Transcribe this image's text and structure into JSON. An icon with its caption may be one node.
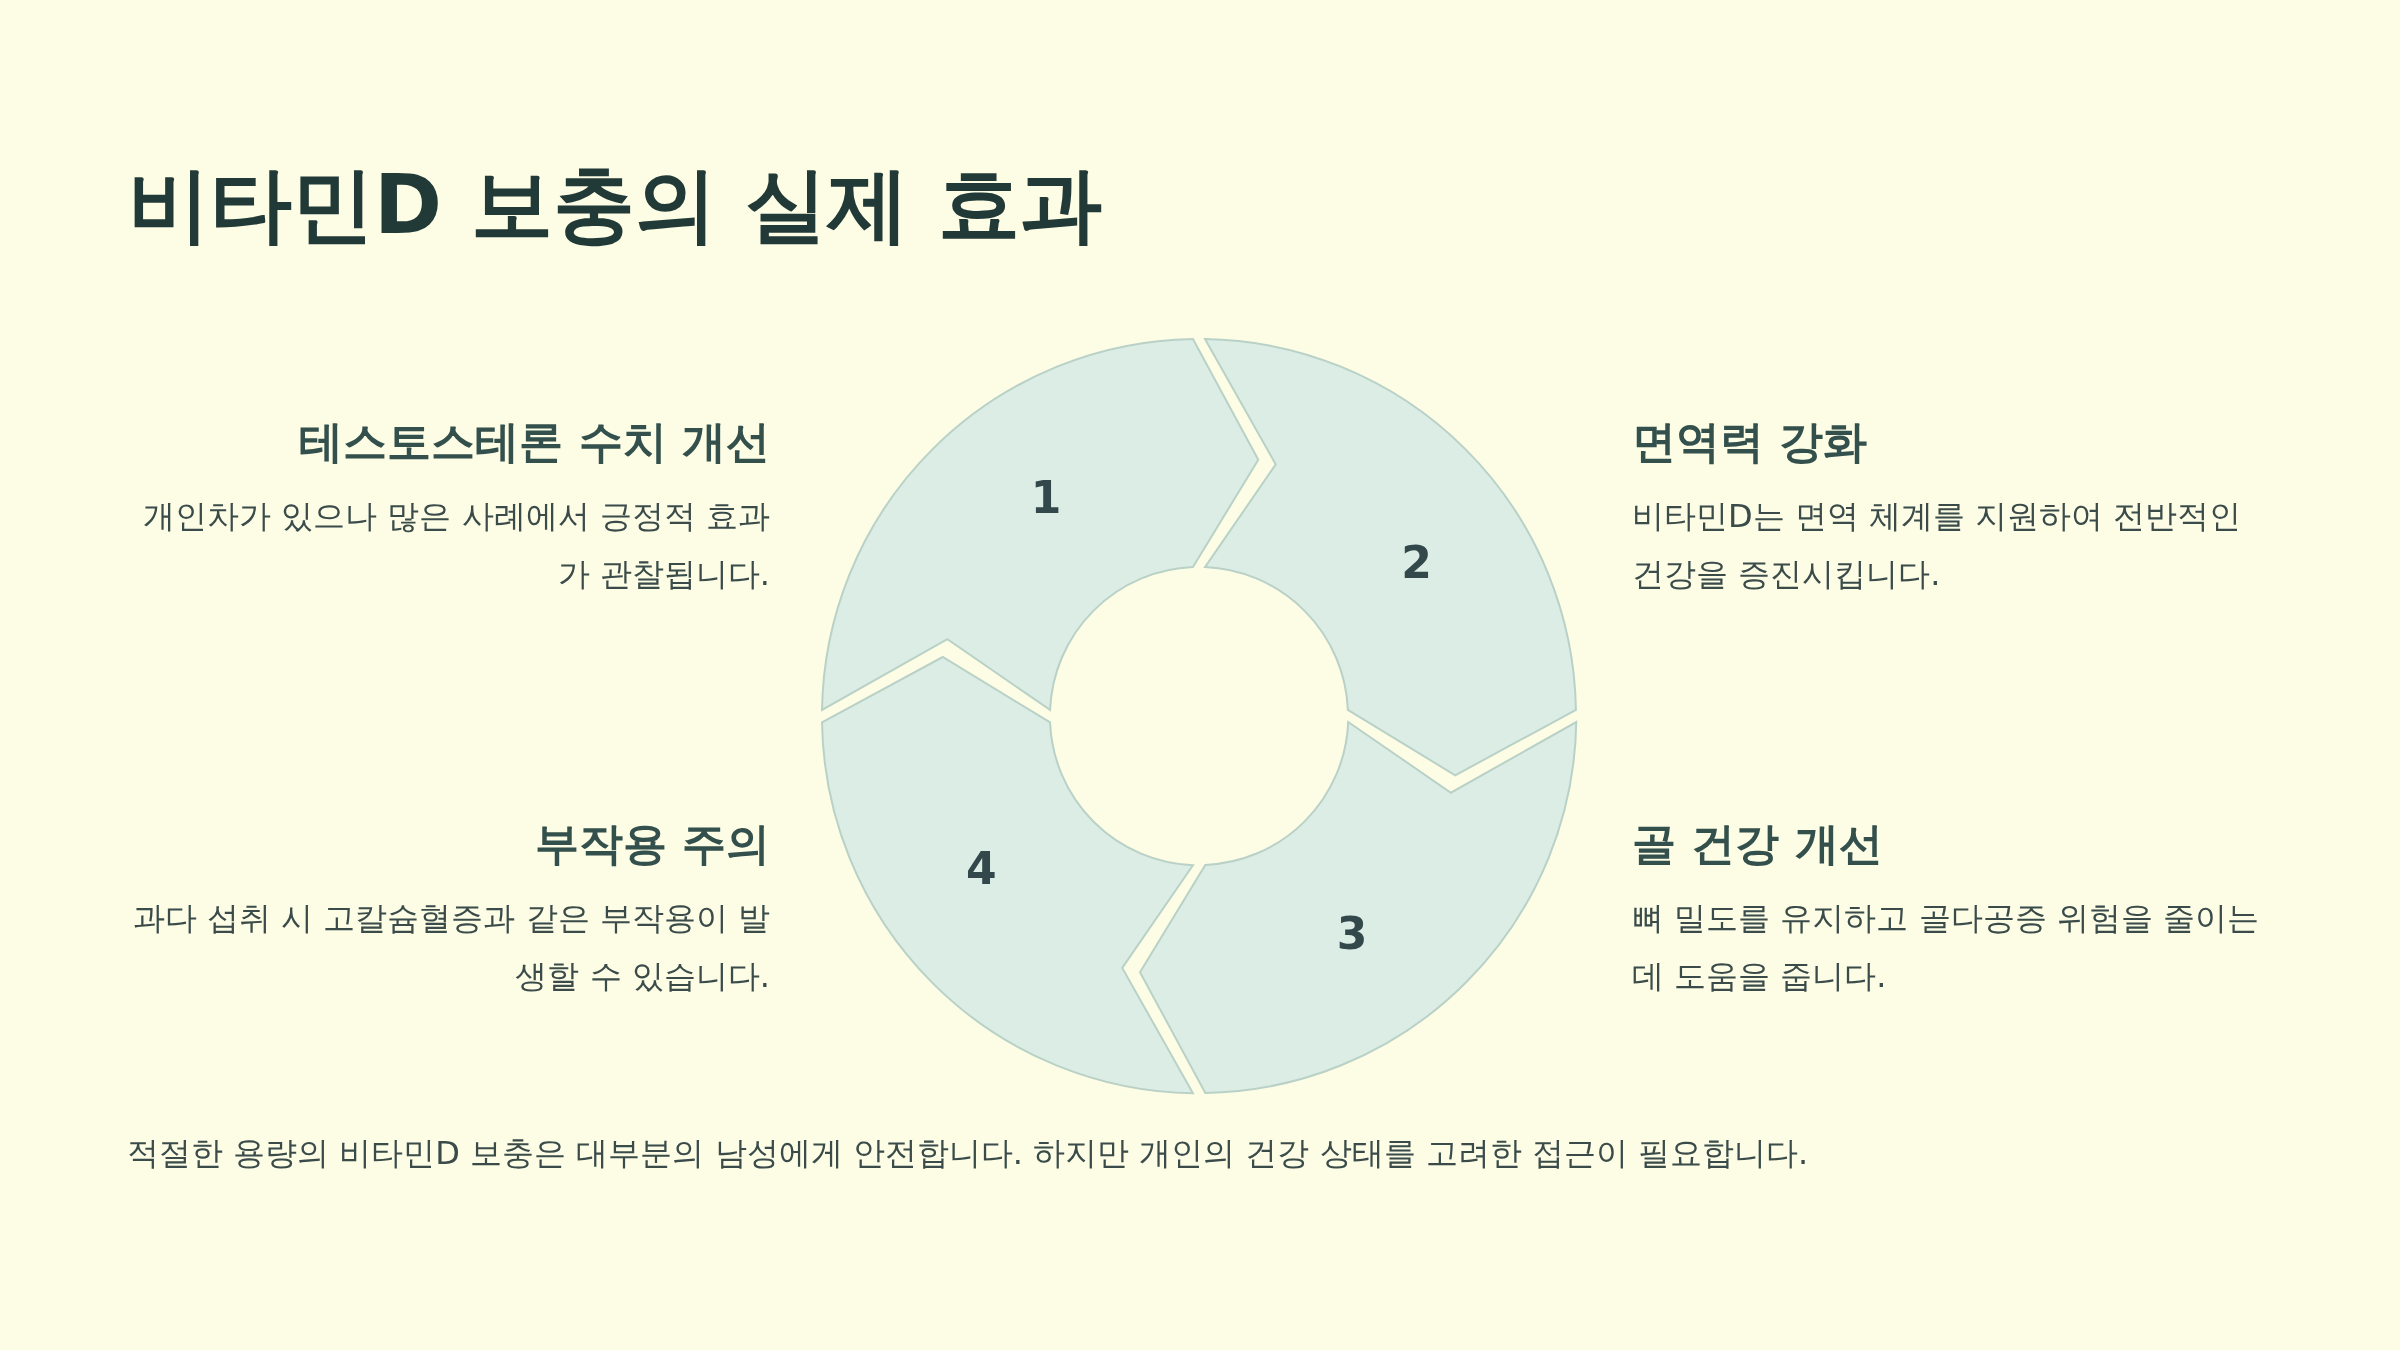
{
  "diagram": {
    "title": "비타민D 보충의 실제 효과",
    "nodes": [
      {
        "text": [
          "1"
        ],
        "beside": [
          "테스토스테론 수치 개선",
          "개인차가 있으나 많은 사례에서 긍정적 효과가 관찰됩니다."
        ]
      },
      {
        "text": [
          "2"
        ],
        "beside": [
          "면역력 강화",
          "비타민D는 면역 체계를 지원하여 전반적인 건강을 증진시킵니다."
        ]
      },
      {
        "text": [
          "3"
        ],
        "beside": [
          "골 건강 개선",
          "뼈 밀도를 유지하고 골다공증 위험을 줄이는 데 도움을 줍니다."
        ]
      },
      {
        "text": [
          "4"
        ],
        "beside": [
          "부작용 주의",
          "과다 섭취 시 고칼슘혈증과 같은 부작용이 발생할 수 있습니다."
        ]
      }
    ],
    "caption": "적절한 용량의 비타민D 보충은 대부분의 남성에게 안전합니다. 하지만 개인의 건강 상태를 고려한 접근이 필요합니다."
  }
}
